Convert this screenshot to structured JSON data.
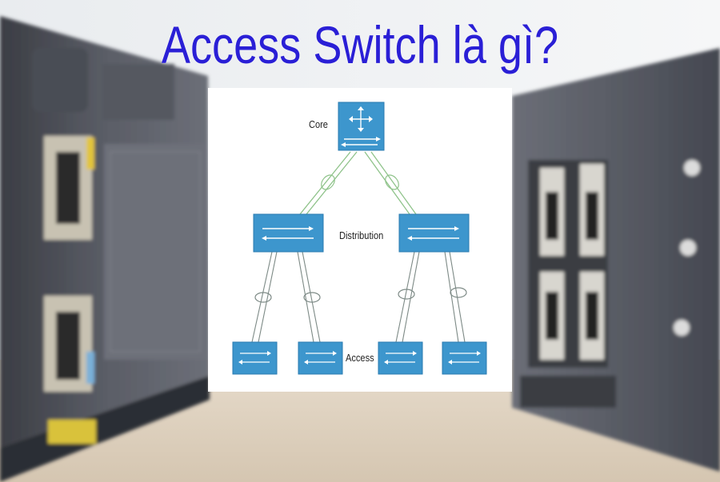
{
  "title": "Access Switch là gì?",
  "diagram": {
    "labels": {
      "core": "Core",
      "distribution": "Distribution",
      "access": "Access"
    }
  },
  "colors": {
    "title": "#2a1fd6",
    "switch_fill": "#3d96cd",
    "link_line": "#8fc38a"
  }
}
